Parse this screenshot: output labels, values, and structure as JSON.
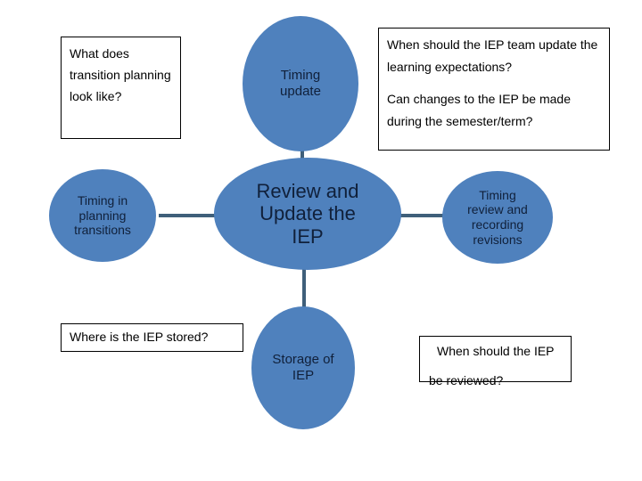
{
  "diagram": {
    "type": "radial-hub-and-spoke",
    "title": "Review and Update the IEP",
    "colors": {
      "node_fill": "#4f81bd",
      "node_text": "#10203a",
      "connector": "#3f5f7a",
      "callout_background": "#ffffff",
      "callout_border": "#000000",
      "callout_text": "#000000",
      "canvas_background": "#ffffff"
    },
    "hub": {
      "label": "Review and\nUpdate the\nIEP"
    },
    "nodes": [
      {
        "id": "timing-update",
        "label": "Timing\nupdate",
        "position": "top"
      },
      {
        "id": "timing-planning",
        "label": "Timing in\nplanning\ntransitions",
        "position": "left"
      },
      {
        "id": "timing-review",
        "label": "Timing\nreview and\nrecording\nrevisions",
        "position": "right"
      },
      {
        "id": "storage-of-iep",
        "label": "Storage of\nIEP",
        "position": "bottom"
      }
    ],
    "callouts": [
      {
        "id": "transition-planning-question",
        "position": "top-left",
        "paragraphs": [
          "What does transition planning look like?"
        ]
      },
      {
        "id": "iep-team-update-question",
        "position": "top-right",
        "paragraphs": [
          "When should the IEP team update the learning expectations?",
          "Can changes to the IEP be made during the semester/term?"
        ]
      },
      {
        "id": "iep-storage-question",
        "position": "bottom-left",
        "paragraphs": [
          "Where is the IEP stored?"
        ]
      },
      {
        "id": "iep-review-question",
        "position": "bottom-right",
        "paragraphs": [
          "When should the IEP",
          "be reviewed?"
        ]
      }
    ],
    "connectors": [
      {
        "id": "hub-to-top",
        "from": "hub",
        "to": "timing-update",
        "orientation": "vertical"
      },
      {
        "id": "hub-to-bottom",
        "from": "hub",
        "to": "storage-of-iep",
        "orientation": "vertical"
      },
      {
        "id": "hub-to-left",
        "from": "hub",
        "to": "timing-planning",
        "orientation": "horizontal"
      },
      {
        "id": "hub-to-right",
        "from": "hub",
        "to": "timing-review",
        "orientation": "horizontal"
      }
    ]
  }
}
